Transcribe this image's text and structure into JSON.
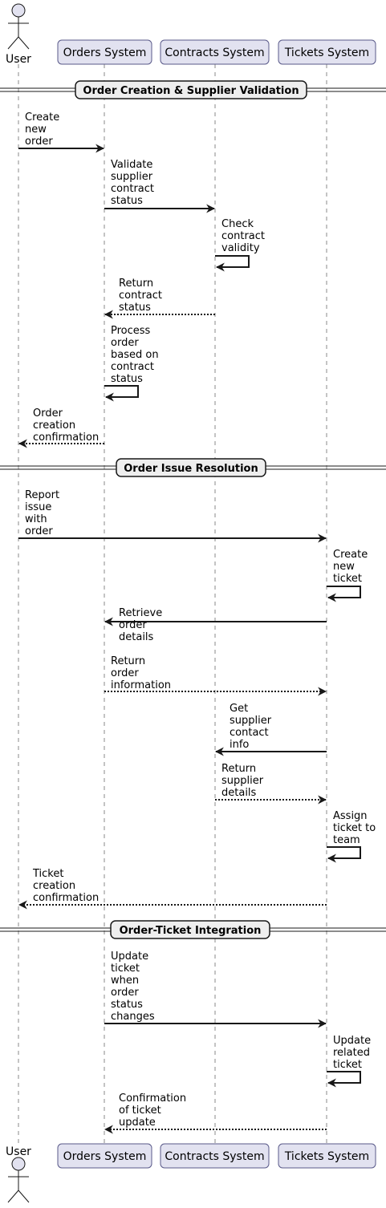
{
  "participants": [
    {
      "id": "user",
      "label": "User",
      "kind": "actor"
    },
    {
      "id": "orders",
      "label": "Orders System",
      "kind": "box"
    },
    {
      "id": "contracts",
      "label": "Contracts System",
      "kind": "box"
    },
    {
      "id": "tickets",
      "label": "Tickets System",
      "kind": "box"
    }
  ],
  "sections": [
    {
      "title": "Order Creation & Supplier Validation"
    },
    {
      "title": "Order Issue Resolution"
    },
    {
      "title": "Order-Ticket Integration"
    }
  ],
  "messages": [
    {
      "from": "user",
      "to": "orders",
      "style": "solid",
      "lines": [
        "Create",
        "new",
        "order"
      ]
    },
    {
      "from": "orders",
      "to": "contracts",
      "style": "solid",
      "lines": [
        "Validate",
        "supplier",
        "contract",
        "status"
      ]
    },
    {
      "from": "contracts",
      "to": "contracts",
      "style": "solid",
      "lines": [
        "Check",
        "contract",
        "validity"
      ]
    },
    {
      "from": "contracts",
      "to": "orders",
      "style": "dotted",
      "lines": [
        "Return",
        "contract",
        "status"
      ]
    },
    {
      "from": "orders",
      "to": "orders",
      "style": "solid",
      "lines": [
        "Process",
        "order",
        "based on",
        "contract",
        "status"
      ]
    },
    {
      "from": "orders",
      "to": "user",
      "style": "dotted",
      "lines": [
        "Order",
        "creation",
        "confirmation"
      ]
    },
    {
      "from": "user",
      "to": "tickets",
      "style": "solid",
      "lines": [
        "Report",
        "issue",
        "with",
        "order"
      ]
    },
    {
      "from": "tickets",
      "to": "tickets",
      "style": "solid",
      "lines": [
        "Create",
        "new",
        "ticket"
      ]
    },
    {
      "from": "tickets",
      "to": "orders",
      "style": "solid",
      "lines": [
        "Retrieve",
        "order",
        "details"
      ]
    },
    {
      "from": "orders",
      "to": "tickets",
      "style": "dotted",
      "lines": [
        "Return",
        "order",
        "information"
      ]
    },
    {
      "from": "tickets",
      "to": "contracts",
      "style": "solid",
      "lines": [
        "Get",
        "supplier",
        "contact",
        "info"
      ]
    },
    {
      "from": "contracts",
      "to": "tickets",
      "style": "dotted",
      "lines": [
        "Return",
        "supplier",
        "details"
      ]
    },
    {
      "from": "tickets",
      "to": "tickets",
      "style": "solid",
      "lines": [
        "Assign",
        "ticket to",
        "team"
      ]
    },
    {
      "from": "tickets",
      "to": "user",
      "style": "dotted",
      "lines": [
        "Ticket",
        "creation",
        "confirmation"
      ]
    },
    {
      "from": "orders",
      "to": "tickets",
      "style": "solid",
      "lines": [
        "Update",
        "ticket",
        "when",
        "order",
        "status",
        "changes"
      ]
    },
    {
      "from": "tickets",
      "to": "tickets",
      "style": "solid",
      "lines": [
        "Update",
        "related",
        "ticket"
      ]
    },
    {
      "from": "tickets",
      "to": "orders",
      "style": "dotted",
      "lines": [
        "Confirmation",
        "of ticket",
        "update"
      ]
    }
  ],
  "colors": {
    "participant_fill": "#e2e2f0",
    "participant_border": "#5a5a8a",
    "section_fill": "#eeeeee",
    "line": "#181818"
  }
}
